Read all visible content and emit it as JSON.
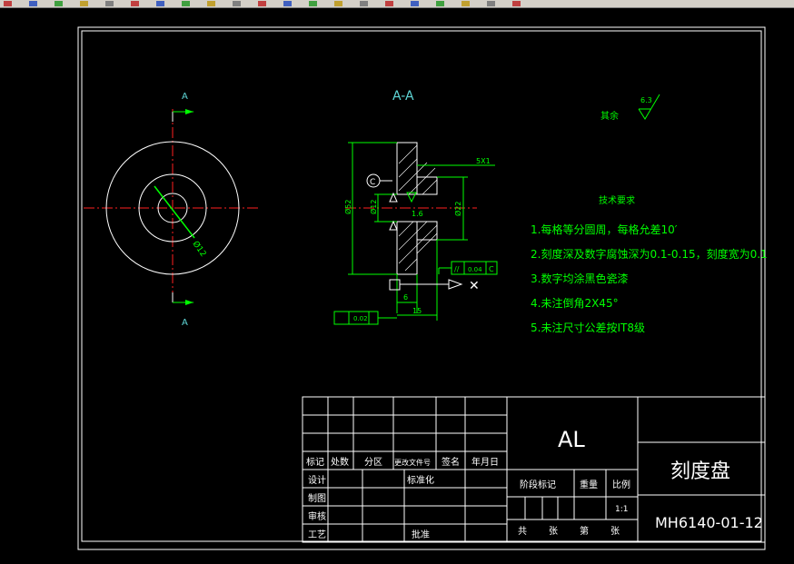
{
  "colors": {
    "background": "#000000",
    "lines": "#ffffff",
    "dims": "#00ff00",
    "centerline": "#ff2020",
    "section_label": "#5fd7d7",
    "notes": "#00ff00"
  },
  "toolbar": {
    "icons": [
      "new-icon",
      "open-icon",
      "save-icon",
      "print-icon",
      "preview-icon",
      "cut-icon",
      "copy-icon",
      "paste-icon",
      "undo-icon",
      "redo-icon",
      "pan-icon",
      "zoom-icon",
      "zoom-window-icon",
      "zoom-previous-icon",
      "properties-icon",
      "design-center-icon",
      "tool-palette-icon",
      "sheet-set-icon",
      "markup-icon",
      "calc-icon",
      "help-icon"
    ]
  },
  "drawing": {
    "section_mark_top": "A",
    "section_mark_bottom": "A",
    "section_title": "A-A",
    "diameter_label_left_view": "Ø12",
    "dims": {
      "d52": "Ø52",
      "d12": "Ø12",
      "d22": "Ø22",
      "chamfer": "5X1",
      "roughness": "1.6",
      "width_6": "6",
      "width_15": "15",
      "datum": "C",
      "parallel_tol": "0.04",
      "parallel_datum": "C",
      "flat_tol": "0.02"
    },
    "surface_finish": {
      "label": "其余",
      "value": "6.3"
    },
    "tech_requirements": {
      "title": "技术要求",
      "items": [
        "1.每格等分圆周，每格允差10′",
        "2.刻度深及数字腐蚀深为0.1-0.15，刻度宽为0.1",
        "3.数字均涂黑色瓷漆",
        "4.未注倒角2X45°",
        "5.未注尺寸公差按IT8级"
      ]
    }
  },
  "title_block": {
    "headers": [
      "标记",
      "处数",
      "分区",
      "更改文件号",
      "签名",
      "年月日"
    ],
    "roles": [
      "设计",
      "制图",
      "审核",
      "工艺"
    ],
    "standardize": "标准化",
    "approve": "批准",
    "material": "AL",
    "stage_label": "阶段标记",
    "weight_label": "重量",
    "scale_label": "比例",
    "scale_value": "1:1",
    "sheets_text": [
      "共",
      "张",
      "第",
      "张"
    ],
    "part_name": "刻度盘",
    "drawing_no": "MH6140-01-12"
  }
}
